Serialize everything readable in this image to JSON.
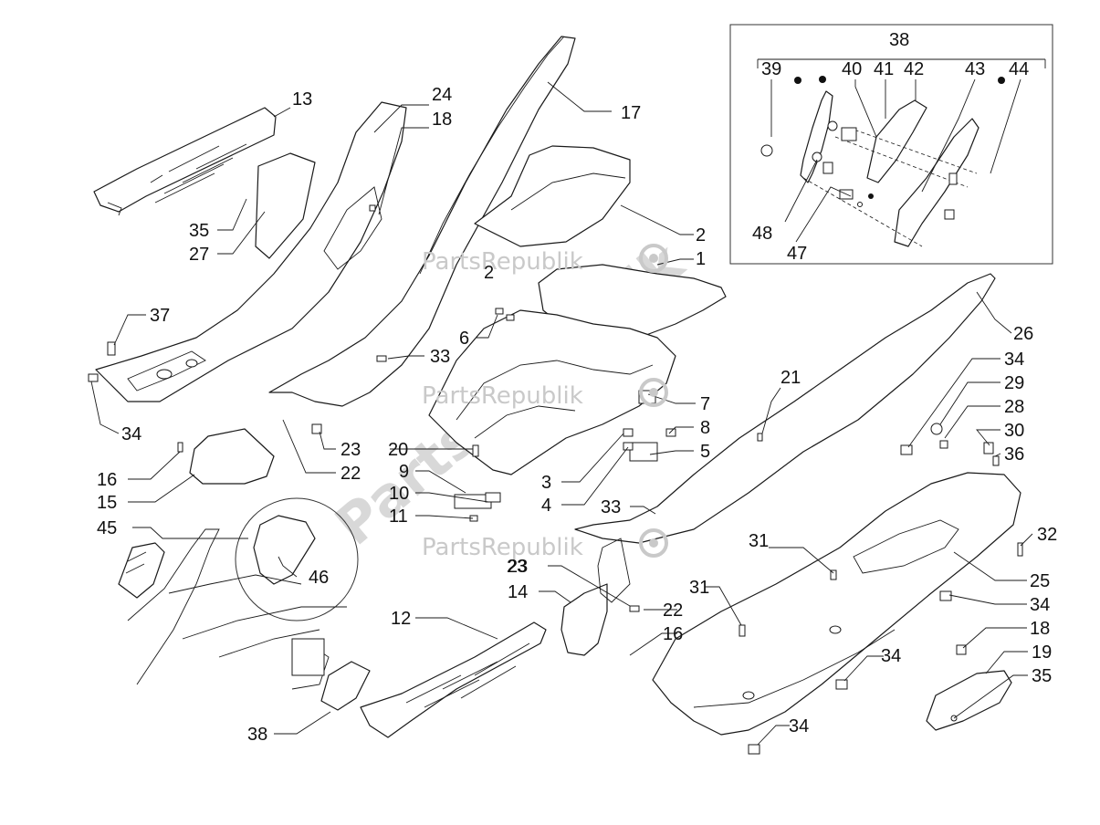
{
  "watermark": {
    "brand_text": "PartsRepublik",
    "diagonal_text": "PartsRepublik"
  },
  "inset_header_label": "38",
  "callouts": [
    {
      "id": "c13",
      "text": "13"
    },
    {
      "id": "c24",
      "text": "24"
    },
    {
      "id": "c18a",
      "text": "18"
    },
    {
      "id": "c17",
      "text": "17"
    },
    {
      "id": "c2a",
      "text": "2"
    },
    {
      "id": "c1",
      "text": "1"
    },
    {
      "id": "c35a",
      "text": "35"
    },
    {
      "id": "c27",
      "text": "27"
    },
    {
      "id": "c37",
      "text": "37"
    },
    {
      "id": "c6",
      "text": "6"
    },
    {
      "id": "c33a",
      "text": "33"
    },
    {
      "id": "c34a",
      "text": "34"
    },
    {
      "id": "c7",
      "text": "7"
    },
    {
      "id": "c8",
      "text": "8"
    },
    {
      "id": "c5",
      "text": "5"
    },
    {
      "id": "c20",
      "text": "20"
    },
    {
      "id": "c23a",
      "text": "23"
    },
    {
      "id": "c22a",
      "text": "22"
    },
    {
      "id": "c9",
      "text": "9"
    },
    {
      "id": "c3",
      "text": "3"
    },
    {
      "id": "c10",
      "text": "10"
    },
    {
      "id": "c11",
      "text": "11"
    },
    {
      "id": "c4",
      "text": "4"
    },
    {
      "id": "c16a",
      "text": "16"
    },
    {
      "id": "c15",
      "text": "15"
    },
    {
      "id": "c45",
      "text": "45"
    },
    {
      "id": "c46",
      "text": "46"
    },
    {
      "id": "c33b",
      "text": "33"
    },
    {
      "id": "c23b",
      "text": "23"
    },
    {
      "id": "c14",
      "text": "14"
    },
    {
      "id": "c22b",
      "text": "22"
    },
    {
      "id": "c16b",
      "text": "16"
    },
    {
      "id": "c12",
      "text": "12"
    },
    {
      "id": "c38b",
      "text": "38"
    },
    {
      "id": "c21",
      "text": "21"
    },
    {
      "id": "c26",
      "text": "26"
    },
    {
      "id": "c34b",
      "text": "34"
    },
    {
      "id": "c29",
      "text": "29"
    },
    {
      "id": "c28",
      "text": "28"
    },
    {
      "id": "c30",
      "text": "30"
    },
    {
      "id": "c36",
      "text": "36"
    },
    {
      "id": "c31a",
      "text": "31"
    },
    {
      "id": "c32",
      "text": "32"
    },
    {
      "id": "c25",
      "text": "25"
    },
    {
      "id": "c31b",
      "text": "31"
    },
    {
      "id": "c34c",
      "text": "34"
    },
    {
      "id": "c18b",
      "text": "18"
    },
    {
      "id": "c34d",
      "text": "34"
    },
    {
      "id": "c19",
      "text": "19"
    },
    {
      "id": "c35b",
      "text": "35"
    },
    {
      "id": "c34e",
      "text": "34"
    },
    {
      "id": "c39",
      "text": "39"
    },
    {
      "id": "c40",
      "text": "40"
    },
    {
      "id": "c41",
      "text": "41"
    },
    {
      "id": "c42",
      "text": "42"
    },
    {
      "id": "c43",
      "text": "43"
    },
    {
      "id": "c44",
      "text": "44"
    },
    {
      "id": "c48",
      "text": "48"
    },
    {
      "id": "c47",
      "text": "47"
    },
    {
      "id": "c2b",
      "text": "2"
    },
    {
      "id": "c23c",
      "text": "23"
    }
  ]
}
